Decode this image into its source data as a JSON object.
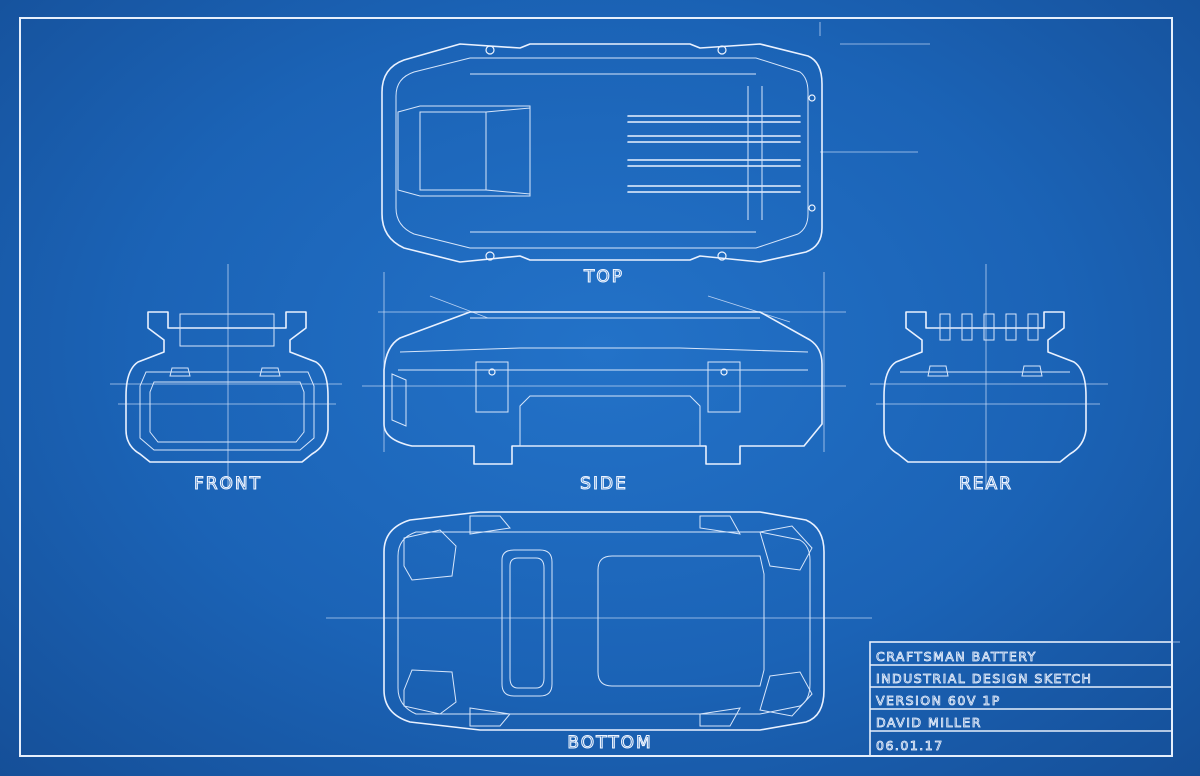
{
  "views": {
    "top": "TOP",
    "front": "FRONT",
    "side": "SIDE",
    "rear": "REAR",
    "bottom": "BOTTOM"
  },
  "title_block": {
    "line1": "CRAFTSMAN BATTERY",
    "line2": "INDUSTRIAL DESIGN SKETCH",
    "line3": "VERSION 60V 1P",
    "line4": "DAVID MILLER",
    "line5": "06.01.17"
  },
  "colors": {
    "paper": "#1c63b4",
    "ink": "#e9f1ff"
  }
}
